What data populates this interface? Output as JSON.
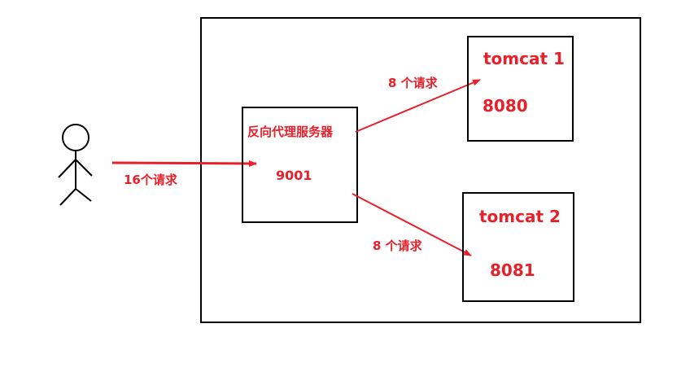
{
  "client": {
    "request_label": "16个请求"
  },
  "proxy": {
    "title": "反向代理服务器",
    "port": "9001"
  },
  "servers": [
    {
      "name": "tomcat 1",
      "port": "8080",
      "request_label": "8 个请求"
    },
    {
      "name": "tomcat 2",
      "port": "8081",
      "request_label": "8 个请求"
    }
  ],
  "colors": {
    "accent": "#e8202a",
    "line": "#000000",
    "background": "#ffffff"
  }
}
